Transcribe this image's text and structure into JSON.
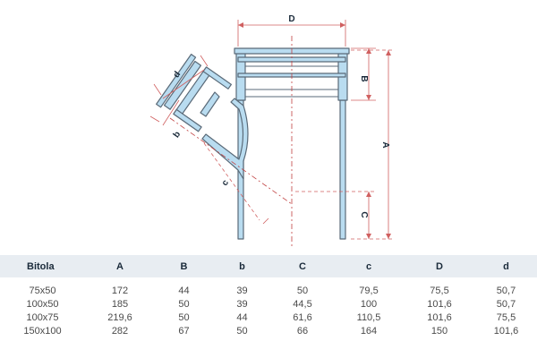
{
  "diagram": {
    "labels": {
      "D": "D",
      "B": "B",
      "A": "A",
      "C": "C",
      "d": "d",
      "b": "b",
      "c": "c"
    },
    "colors": {
      "pipe_fill": "#b9dcf0",
      "pipe_outline": "#5a6a78",
      "dimension": "#d06060",
      "center_line": "#c04040"
    }
  },
  "table": {
    "headers": [
      "Bitola",
      "A",
      "B",
      "b",
      "C",
      "c",
      "D",
      "d"
    ],
    "rows": [
      [
        "75x50",
        "172",
        "44",
        "39",
        "50",
        "79,5",
        "75,5",
        "50,7"
      ],
      [
        "100x50",
        "185",
        "50",
        "39",
        "44,5",
        "100",
        "101,6",
        "50,7"
      ],
      [
        "100x75",
        "219,6",
        "50",
        "44",
        "61,6",
        "110,5",
        "101,6",
        "75,5"
      ],
      [
        "150x100",
        "282",
        "67",
        "50",
        "66",
        "164",
        "150",
        "101,6"
      ]
    ]
  }
}
